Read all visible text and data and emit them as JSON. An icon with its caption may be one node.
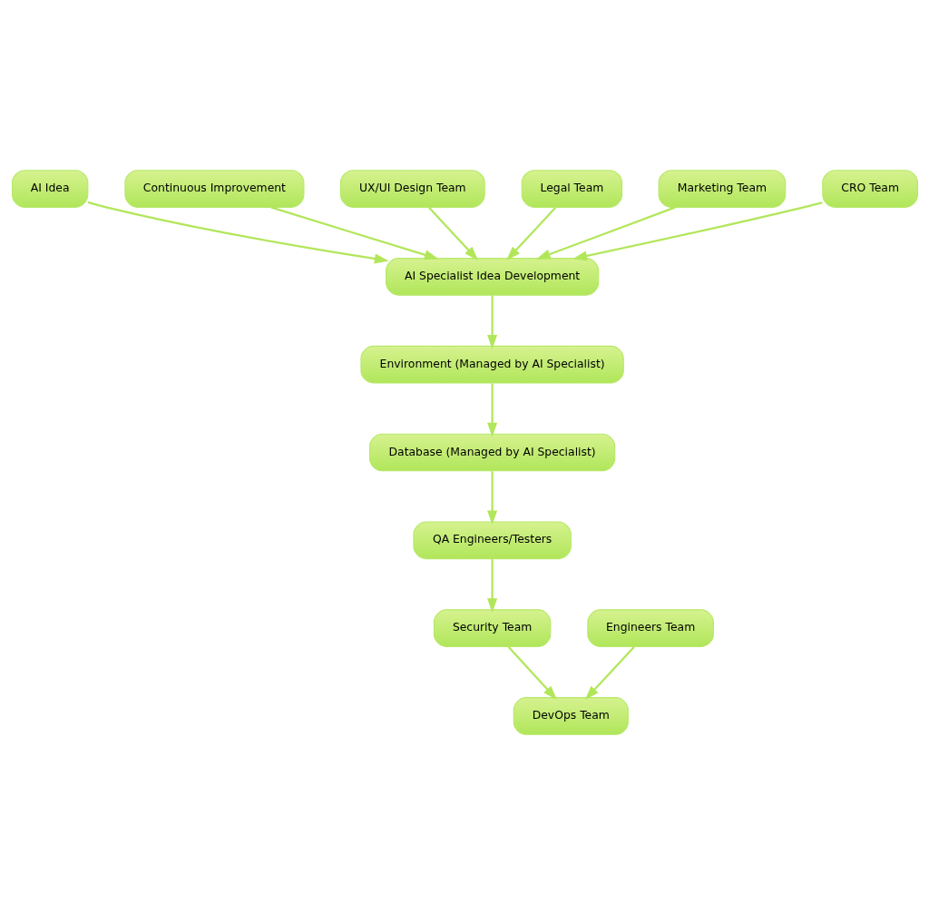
{
  "diagram": {
    "nodes": [
      {
        "text": [
          "AI Idea"
        ]
      },
      {
        "text": [
          "Continuous Improvement"
        ]
      },
      {
        "text": [
          "UX/UI Design Team"
        ]
      },
      {
        "text": [
          "Legal Team"
        ]
      },
      {
        "text": [
          "Marketing Team"
        ]
      },
      {
        "text": [
          "CRO Team"
        ]
      },
      {
        "text": [
          "AI Specialist Idea Development"
        ]
      },
      {
        "text": [
          "Environment (Managed by AI Specialist)"
        ]
      },
      {
        "text": [
          "Database (Managed by AI Specialist)"
        ]
      },
      {
        "text": [
          "QA Engineers/Testers"
        ]
      },
      {
        "text": [
          "Security Team"
        ]
      },
      {
        "text": [
          "Engineers Team"
        ]
      },
      {
        "text": [
          "DevOps Team"
        ]
      }
    ],
    "edges": [
      {
        "from": 0,
        "to": 6,
        "arrow": "to"
      },
      {
        "from": 1,
        "to": 6,
        "arrow": "to"
      },
      {
        "from": 2,
        "to": 6,
        "arrow": "to"
      },
      {
        "from": 3,
        "to": 6,
        "arrow": "to"
      },
      {
        "from": 4,
        "to": 6,
        "arrow": "to"
      },
      {
        "from": 5,
        "to": 6,
        "arrow": "to"
      },
      {
        "from": 6,
        "to": 7,
        "arrow": "to"
      },
      {
        "from": 7,
        "to": 8,
        "arrow": "to"
      },
      {
        "from": 8,
        "to": 9,
        "arrow": "to"
      },
      {
        "from": 9,
        "to": 10,
        "arrow": "to"
      },
      {
        "from": 10,
        "to": 12,
        "arrow": "to"
      },
      {
        "from": 11,
        "to": 12,
        "arrow": "to"
      }
    ]
  }
}
